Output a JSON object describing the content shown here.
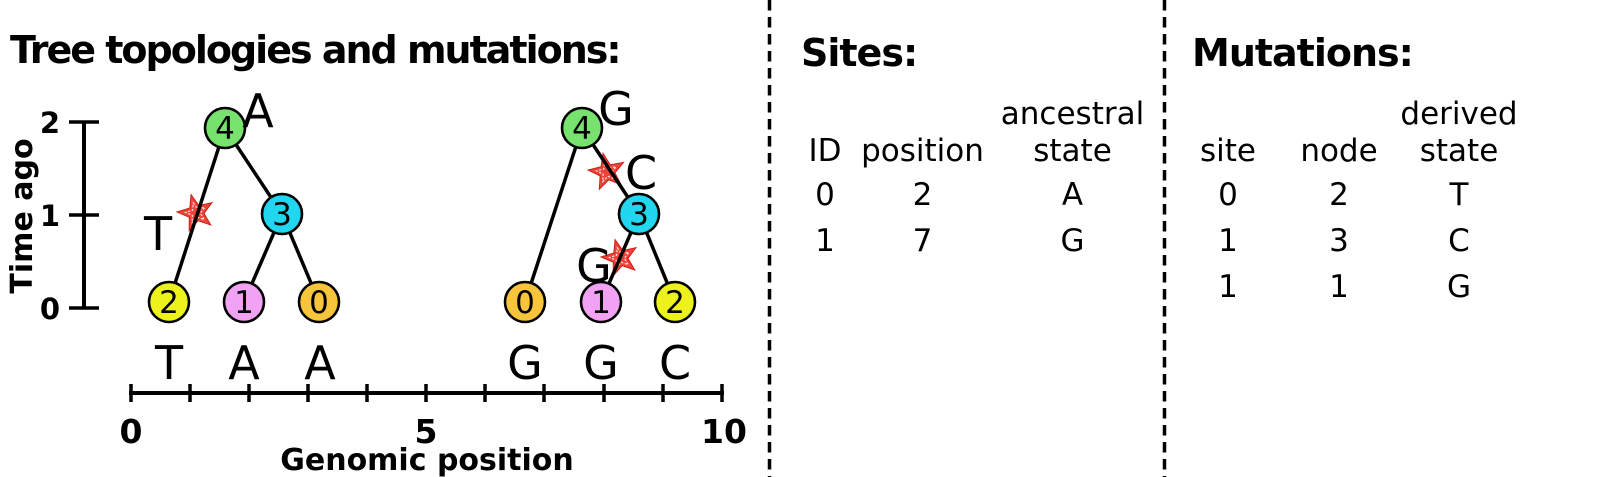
{
  "figure_title": "Tree topologies and mutations:",
  "colors": {
    "node_0": "#F8C43C",
    "node_1": "#F2A2F2",
    "node_2": "#EDF21C",
    "node_3": "#22D6EF",
    "node_4": "#77E26E",
    "mutation_star": "#EE4338",
    "state_label": "#9C9C9C"
  },
  "time_axis": {
    "label": "Time ago",
    "tick_labels": [
      "2",
      "1",
      "0"
    ]
  },
  "genomic_axis": {
    "label": "Genomic position",
    "tick_labels": [
      "0",
      "5",
      "10"
    ]
  },
  "tree_left": {
    "root_label": "4",
    "internal_label": "3",
    "leaf_labels": [
      "2",
      "1",
      "0"
    ],
    "root_state": "A",
    "mutation_states": [
      "T"
    ],
    "leaf_states": [
      "T",
      "A",
      "A"
    ]
  },
  "tree_right": {
    "root_label": "4",
    "internal_label": "3",
    "leaf_labels": [
      "0",
      "1",
      "2"
    ],
    "root_state": "G",
    "mutation_states": [
      "C",
      "G"
    ],
    "leaf_states": [
      "G",
      "G",
      "C"
    ]
  },
  "sites_panel": {
    "title": "Sites:",
    "headers": {
      "col1": "ID",
      "col2": "position",
      "col3_line1": "ancestral",
      "col3_line2": "state"
    },
    "rows": [
      [
        "0",
        "2",
        "A"
      ],
      [
        "1",
        "7",
        "G"
      ]
    ]
  },
  "mutations_panel": {
    "title": "Mutations:",
    "headers": {
      "col1": "site",
      "col2": "node",
      "col3_line1": "derived",
      "col3_line2": "state"
    },
    "rows": [
      [
        "0",
        "2",
        "T"
      ],
      [
        "1",
        "3",
        "C"
      ],
      [
        "1",
        "1",
        "G"
      ]
    ]
  }
}
